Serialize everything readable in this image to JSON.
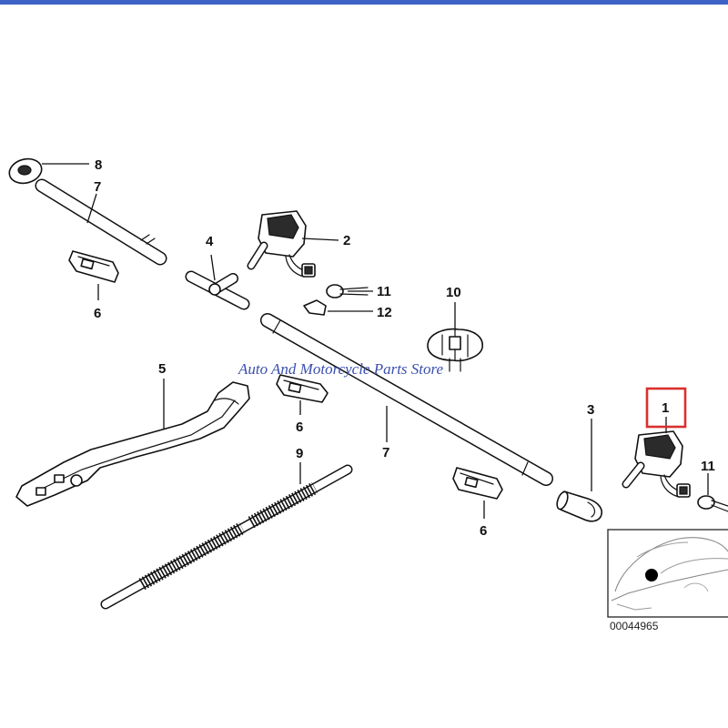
{
  "colors": {
    "top_bar": "#3e63c6",
    "highlight_box": "#d9302c",
    "watermark": "#3a4fb0"
  },
  "watermark": "Auto And Motorcycle Parts Store",
  "reference_number": "00044965",
  "callouts": {
    "c8": "8",
    "c7a": "7",
    "c6a": "6",
    "c4": "4",
    "c2": "2",
    "c11a": "11",
    "c12": "12",
    "c10": "10",
    "c5": "5",
    "c6b": "6",
    "c9": "9",
    "c7b": "7",
    "c3": "3",
    "c6c": "6",
    "c1": "1",
    "c11b": "11"
  },
  "highlighted_callout": "1"
}
